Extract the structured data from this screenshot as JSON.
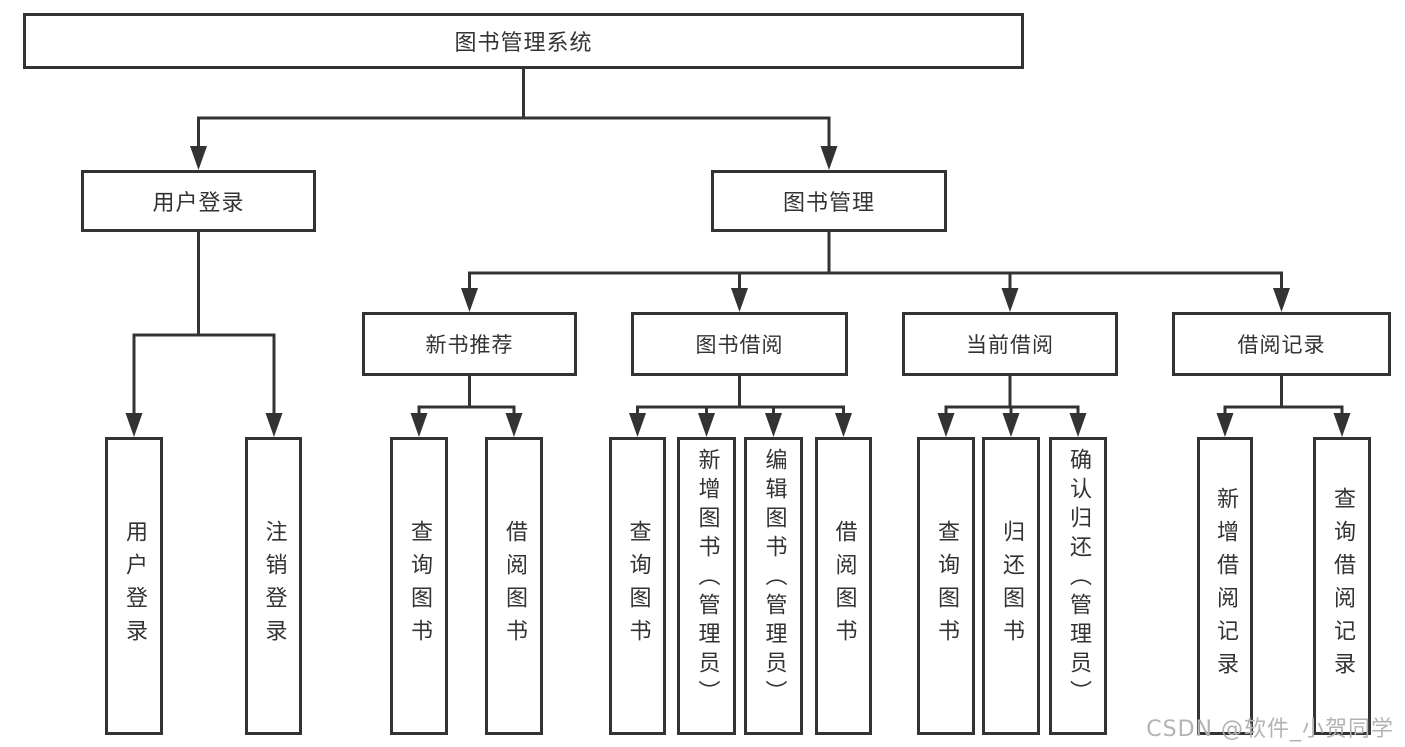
{
  "diagram": {
    "type": "hierarchy-tree",
    "colors": {
      "background": "#ffffff",
      "line": "#333333",
      "text": "#333333",
      "watermark": "#b3b3b3"
    },
    "nodes": {
      "root": {
        "label": "图书管理系统"
      },
      "level2": [
        {
          "label": "用户登录",
          "parent": "图书管理系统"
        },
        {
          "label": "图书管理",
          "parent": "图书管理系统"
        }
      ],
      "level3": [
        {
          "label": "新书推荐",
          "parent": "图书管理"
        },
        {
          "label": "图书借阅",
          "parent": "图书管理"
        },
        {
          "label": "当前借阅",
          "parent": "图书管理"
        },
        {
          "label": "借阅记录",
          "parent": "图书管理"
        }
      ],
      "leaves": [
        {
          "label": "用户登录",
          "parent": "用户登录"
        },
        {
          "label": "注销登录",
          "parent": "用户登录"
        },
        {
          "label": "查询图书",
          "parent": "新书推荐"
        },
        {
          "label": "借阅图书",
          "parent": "新书推荐"
        },
        {
          "label": "查询图书",
          "parent": "图书借阅"
        },
        {
          "label": "新增图书（管理员）",
          "parent": "图书借阅"
        },
        {
          "label": "编辑图书（管理员）",
          "parent": "图书借阅"
        },
        {
          "label": "借阅图书",
          "parent": "图书借阅"
        },
        {
          "label": "查询图书",
          "parent": "当前借阅"
        },
        {
          "label": "归还图书",
          "parent": "当前借阅"
        },
        {
          "label": "确认归还（管理员）",
          "parent": "当前借阅"
        },
        {
          "label": "新增借阅记录",
          "parent": "借阅记录"
        },
        {
          "label": "查询借阅记录",
          "parent": "借阅记录"
        }
      ]
    },
    "watermark": {
      "text": "CSDN @软件_小贺同学"
    }
  }
}
